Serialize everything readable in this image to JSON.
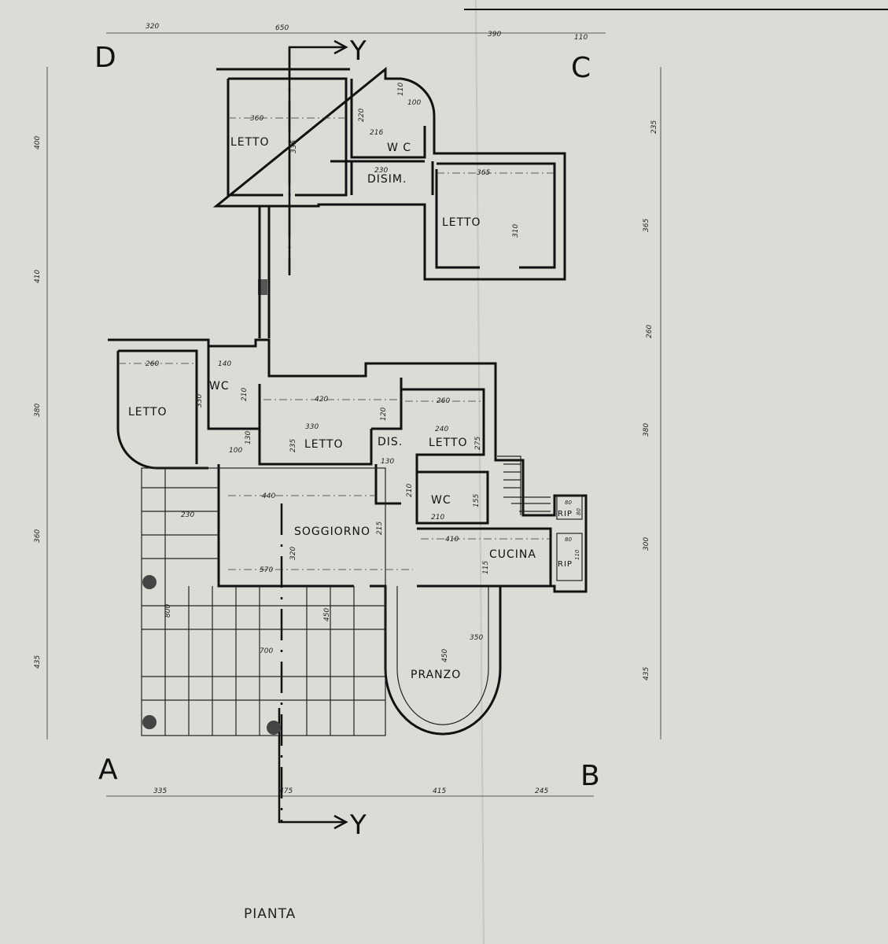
{
  "drawing": {
    "title": "PIANTA",
    "corners": {
      "a": "A",
      "b": "B",
      "c": "C",
      "d": "D"
    },
    "section_marker": "Y",
    "rooms": {
      "letto_top_left": "LETTO",
      "wc_top": "W C",
      "disim": "DISIM.",
      "letto_top_right": "LETTO",
      "letto_left": "LETTO",
      "wc_left": "WC",
      "letto_center": "LETTO",
      "dis": "DIS.",
      "letto_right": "LETTO",
      "wc_right": "WC",
      "soggiorno": "SOGGIORNO",
      "cucina": "CUCINA",
      "rip_1": "RIP",
      "rip_2": "RIP",
      "pranzo": "PRANZO"
    },
    "dims_top": [
      "320",
      "650",
      "390",
      "110"
    ],
    "dims_bottom": [
      "335",
      "475",
      "415",
      "245"
    ],
    "dims_left": [
      "400",
      "410",
      "380",
      "360",
      "435"
    ],
    "dims_right": [
      "235",
      "365",
      "260",
      "380",
      "300",
      "435"
    ],
    "dims_inner": {
      "letto_tl_w": "360",
      "letto_tl_h": "335",
      "wc_top_h": "220",
      "wc_top_w": "216",
      "shower_h": "110",
      "shower_w": "100",
      "disim_w": "230",
      "letto_tr_w": "365",
      "letto_tr_h": "310",
      "letto_l_w": "260",
      "letto_l_h": "330",
      "wc_l_w": "140",
      "wc_l_h": "210",
      "hall_w": "100",
      "hall_h": "130",
      "letto_c_top": "420",
      "letto_c_w": "330",
      "letto_c_h": "235",
      "letto_c_side": "120",
      "dis_w": "130",
      "letto_r_top": "260",
      "letto_r_w": "240",
      "letto_r_h": "275",
      "corr_h": "210",
      "wc_r_w": "210",
      "wc_r_h": "155",
      "sogg_top": "440",
      "sogg_bottom": "570",
      "sogg_h": "320",
      "sogg_side": "215",
      "terr_w": "230",
      "terr_h": "800",
      "terr_w2": "700",
      "terr_h2": "450",
      "cucina_w": "410",
      "cucina_h": "115",
      "rip1_w": "80",
      "rip1_h": "80",
      "rip2_w": "80",
      "rip2_h": "110",
      "pranzo_h": "450",
      "pranzo_w": "350"
    }
  }
}
